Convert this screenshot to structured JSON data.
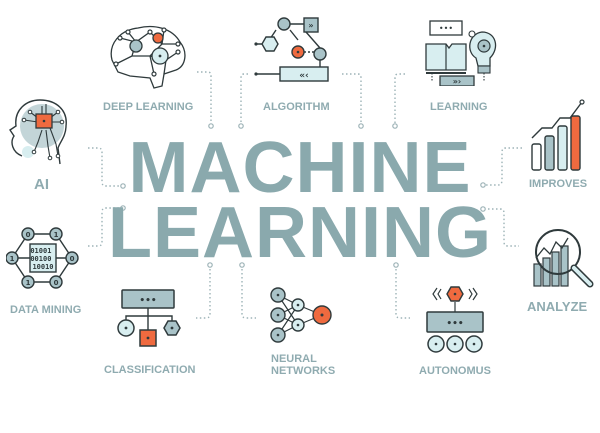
{
  "title": {
    "line1": "MACHINE",
    "line2": "LEARNING"
  },
  "colors": {
    "title": "#8aa9ad",
    "label": "#8fabb0",
    "outline": "#2f3a3c",
    "accent": "#ef6a3f",
    "fill_light": "#d8eef0",
    "fill_mid": "#a9c3c8",
    "connector": "#9db3b7"
  },
  "nodes": [
    {
      "id": "deep-learning",
      "label": "DEEP LEARNING",
      "icon": "brain-network-icon"
    },
    {
      "id": "algorithm",
      "label": "ALGORITHM",
      "icon": "algorithm-flow-icon"
    },
    {
      "id": "learning",
      "label": "LEARNING",
      "icon": "book-lightbulb-icon"
    },
    {
      "id": "ai",
      "label": "AI",
      "icon": "head-chip-icon"
    },
    {
      "id": "improves",
      "label": "IMPROVES",
      "icon": "bar-chart-growth-icon"
    },
    {
      "id": "data-mining",
      "label": "DATA MINING",
      "icon": "binary-hexagon-icon",
      "binary": [
        "01001",
        "00100",
        "10010"
      ],
      "node_digits": [
        "0",
        "1",
        "1",
        "0",
        "1",
        "0"
      ]
    },
    {
      "id": "analyze",
      "label": "ANALYZE",
      "icon": "magnifier-chart-icon"
    },
    {
      "id": "classification",
      "label": "CLASSIFICATION",
      "icon": "hierarchy-icon",
      "box_text": "•••"
    },
    {
      "id": "neural-networks",
      "label_line1": "NEURAL",
      "label_line2": "NETWORKS",
      "icon": "neural-net-icon"
    },
    {
      "id": "autonomus",
      "label": "AUTONOMUS",
      "icon": "robot-rover-icon",
      "box_text": "•••"
    }
  ]
}
